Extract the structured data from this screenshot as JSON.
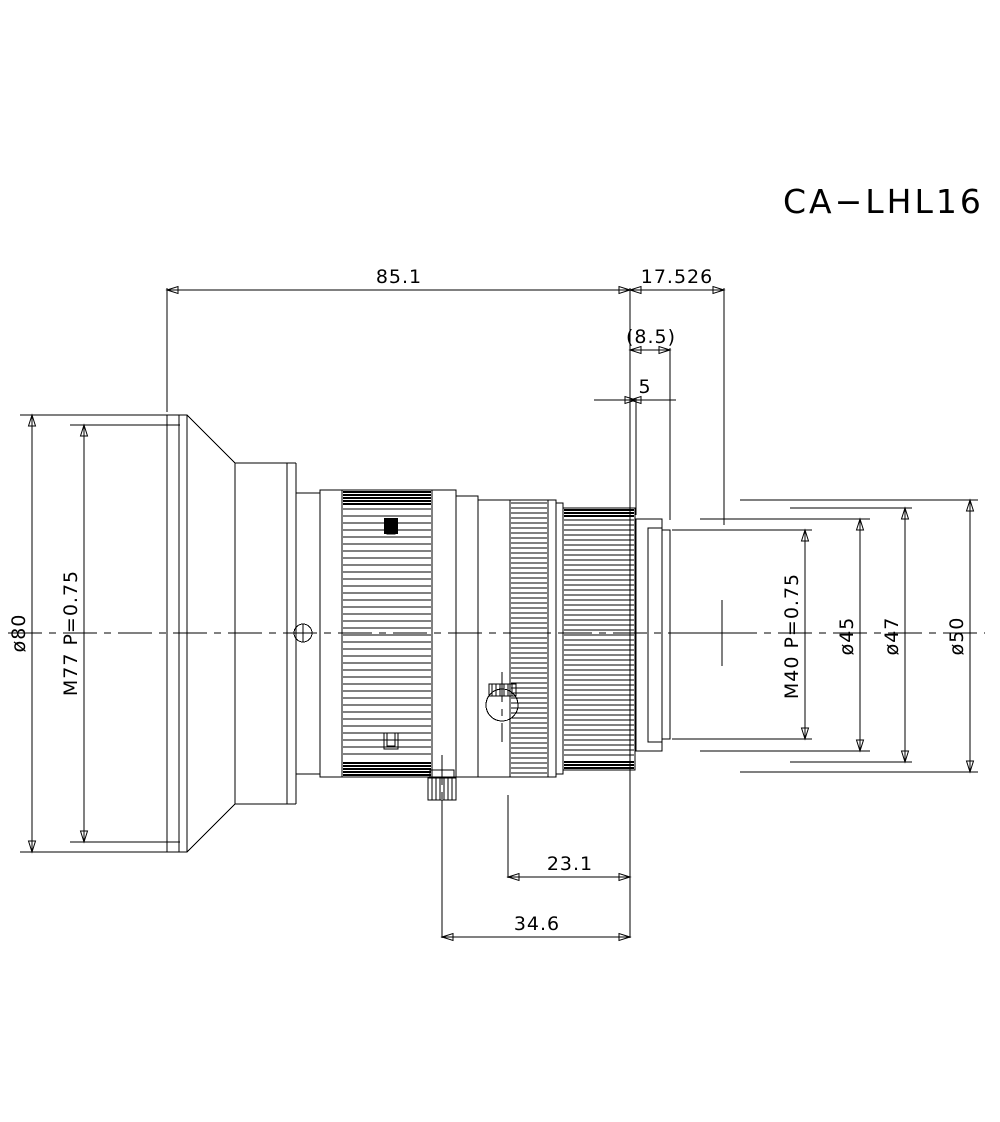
{
  "drawing": {
    "title": "CA−LHL16",
    "type": "mechanical-dimensional-drawing",
    "subject": "lens-side-view",
    "units": "mm"
  },
  "dimensions": {
    "horizontal": [
      {
        "id": "len-85-1",
        "label": "85.1",
        "position": "top",
        "value": 85.1
      },
      {
        "id": "len-17-526",
        "label": "17.526",
        "position": "top",
        "value": 17.526
      },
      {
        "id": "len-8-5",
        "label": "(8.5)",
        "position": "top",
        "value": 8.5,
        "reference": true
      },
      {
        "id": "len-5",
        "label": "5",
        "position": "top",
        "value": 5
      },
      {
        "id": "len-23-1",
        "label": "23.1",
        "position": "bottom",
        "value": 23.1
      },
      {
        "id": "len-34-6",
        "label": "34.6",
        "position": "bottom",
        "value": 34.6
      }
    ],
    "vertical": [
      {
        "id": "dia-80",
        "label": "ø80",
        "position": "left",
        "value": 80
      },
      {
        "id": "thr-m77",
        "label": "M77 P=0.75",
        "position": "left",
        "thread": "M77",
        "pitch": 0.75
      },
      {
        "id": "thr-m40",
        "label": "M40 P=0.75",
        "position": "right",
        "thread": "M40",
        "pitch": 0.75
      },
      {
        "id": "dia-45",
        "label": "ø45",
        "position": "right",
        "value": 45
      },
      {
        "id": "dia-47",
        "label": "ø47",
        "position": "right",
        "value": 47
      },
      {
        "id": "dia-50",
        "label": "ø50",
        "position": "right",
        "value": 50
      }
    ]
  },
  "components": [
    {
      "id": "mount-flange",
      "name": "rear-mounting-flange"
    },
    {
      "id": "taper-body",
      "name": "tapered-body-section"
    },
    {
      "id": "focus-ring",
      "name": "knurled-focus-ring"
    },
    {
      "id": "aperture-ring",
      "name": "knurled-aperture-ring"
    },
    {
      "id": "lock-screw",
      "name": "side-lock-screw"
    },
    {
      "id": "thumb-screw",
      "name": "bottom-thumbscrew"
    },
    {
      "id": "front-barrel",
      "name": "front-barrel-step"
    }
  ],
  "colors": {
    "line": "#000000",
    "background": "#ffffff"
  }
}
